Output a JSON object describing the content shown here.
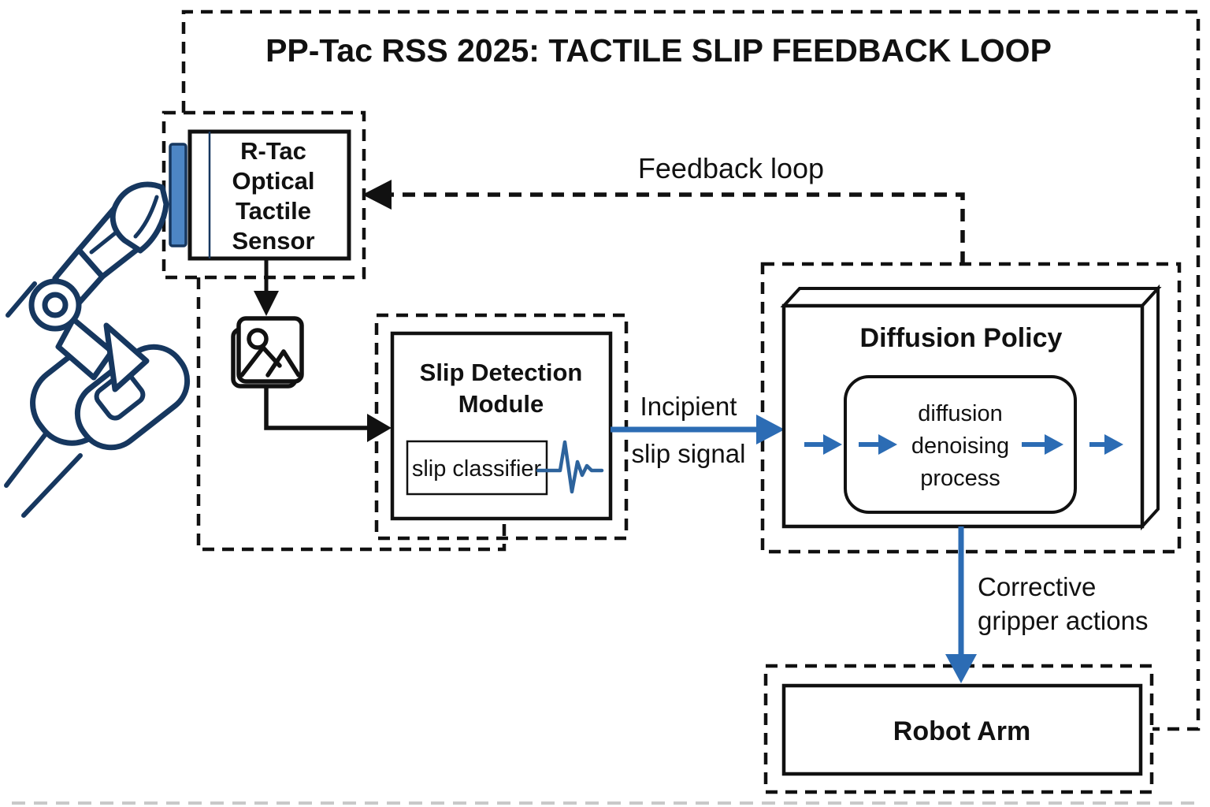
{
  "figure": {
    "title": "PP-Tac RSS 2025: TACTILE SLIP FEEDBACK LOOP"
  },
  "sensor": {
    "lines": [
      "R-Tac",
      "Optical",
      "Tactile",
      "Sensor"
    ]
  },
  "slip_module": {
    "title_lines": [
      "Slip Detection",
      "Module"
    ],
    "classifier_label": "slip classifier"
  },
  "diffusion": {
    "title": "Diffusion Policy",
    "process_lines": [
      "diffusion",
      "denoising",
      "process"
    ]
  },
  "robot_arm": {
    "label": "Robot Arm"
  },
  "labels": {
    "feedback": "Feedback loop",
    "incipient_lines": [
      "Incipient",
      "slip signal"
    ],
    "corrective_lines": [
      "Corrective",
      "gripper actions"
    ]
  },
  "colors": {
    "arrow_blue": "#2c6cb4",
    "waveform_blue": "#2d639c",
    "sensor_strip_blue": "#4d86c5",
    "hand_navy": "#16375f",
    "line_black": "#111111",
    "faint_border_gray": "#c9c9c9"
  },
  "icons": {
    "tactile_frames": "image-stack-icon",
    "slip_signal": "waveform-icon",
    "hand": "robot-hand-illustration"
  }
}
